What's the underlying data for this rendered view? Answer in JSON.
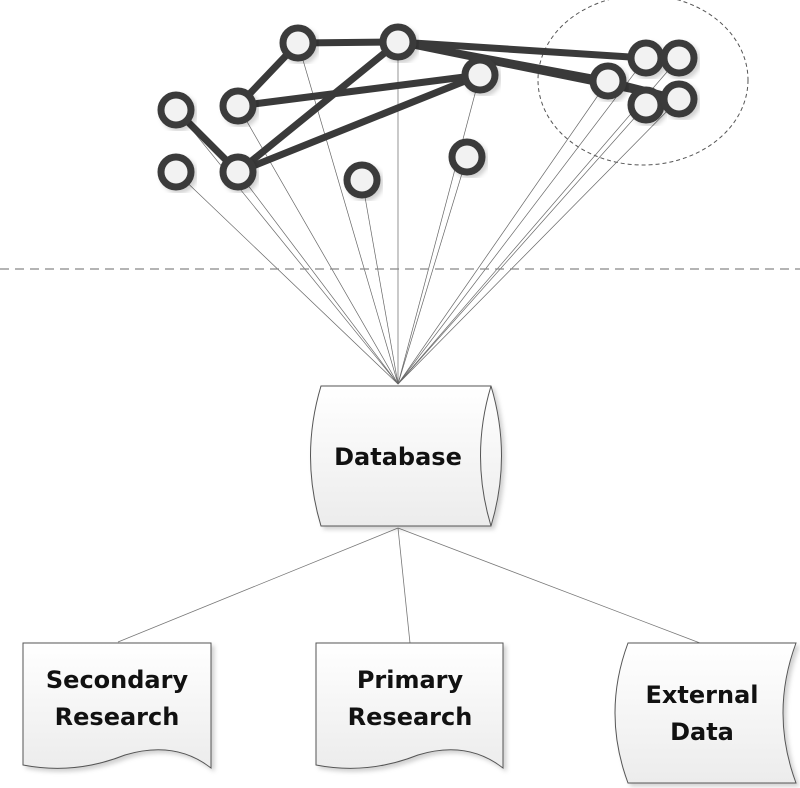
{
  "diagram": {
    "network": {
      "nodes": [
        {
          "id": "n1"
        },
        {
          "id": "n2"
        },
        {
          "id": "n3"
        },
        {
          "id": "n4"
        },
        {
          "id": "n5"
        },
        {
          "id": "n6"
        },
        {
          "id": "n7"
        },
        {
          "id": "n8"
        },
        {
          "id": "n9"
        },
        {
          "id": "c1",
          "cluster": true
        },
        {
          "id": "c2",
          "cluster": true
        },
        {
          "id": "c3",
          "cluster": true
        },
        {
          "id": "c4",
          "cluster": true
        },
        {
          "id": "c5",
          "cluster": true
        }
      ],
      "edges": [
        [
          "n1",
          "n4"
        ],
        [
          "n2",
          "n5"
        ],
        [
          "n2",
          "n7"
        ],
        [
          "n4",
          "n6"
        ],
        [
          "n4",
          "n7"
        ],
        [
          "n5",
          "n6"
        ],
        [
          "n6",
          "c1"
        ],
        [
          "n6",
          "c5"
        ],
        [
          "n6",
          "c3"
        ],
        [
          "c3",
          "c5"
        ]
      ]
    },
    "divider": "dashed",
    "database": {
      "label": "Database"
    },
    "sources": [
      {
        "id": "secondary",
        "lines": [
          "Secondary",
          "Research"
        ],
        "shape": "document"
      },
      {
        "id": "primary",
        "lines": [
          "Primary",
          "Research"
        ],
        "shape": "document"
      },
      {
        "id": "external",
        "lines": [
          "External",
          "Data"
        ],
        "shape": "stored-data"
      }
    ],
    "colors": {
      "node_stroke": "#3a3a3a",
      "node_fill": "#f2f2f2",
      "edge": "#3a3a3a",
      "thin_line": "#666666",
      "shape_stroke": "#555555"
    }
  }
}
